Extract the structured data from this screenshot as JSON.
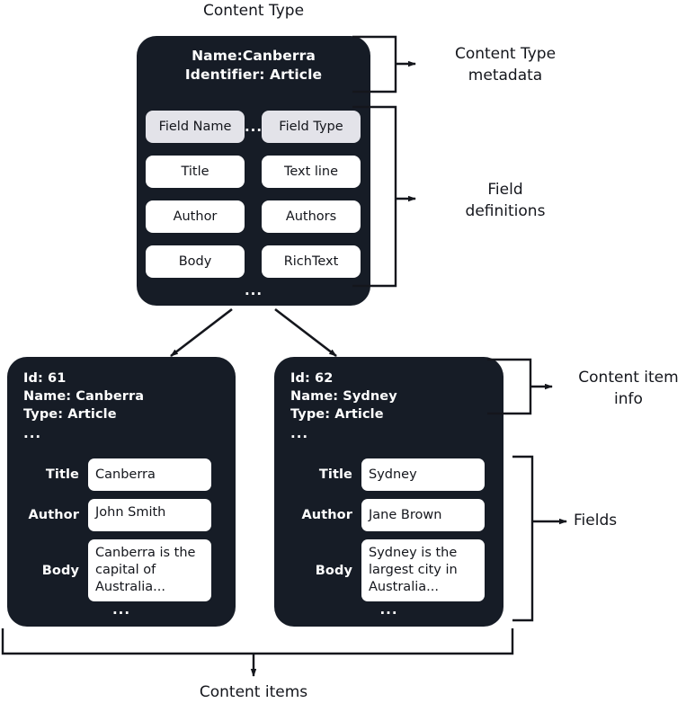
{
  "diagram": {
    "title_top": "Content Type",
    "title_bottom": "Content items"
  },
  "content_type": {
    "meta_line_1": "Name:Canberra",
    "meta_line_2": "Identifier: Article",
    "meta_ellipsis": "...",
    "bottom_ellipsis": "...",
    "table": {
      "headers": [
        "Field Name",
        "Field Type"
      ],
      "rows": [
        [
          "Title",
          "Text line"
        ],
        [
          "Author",
          "Authors"
        ],
        [
          "Body",
          "RichText"
        ]
      ]
    }
  },
  "content_items": [
    {
      "info_id": "Id: 61",
      "info_name": "Name: Canberra",
      "info_type": "Type: Article",
      "info_ellipsis": "...",
      "bottom_ellipsis": "...",
      "fields": [
        {
          "label": "Title",
          "value": "Canberra"
        },
        {
          "label": "Author",
          "value": "John Smith"
        },
        {
          "label": "Body",
          "value": "Canberra is the capital of Australia..."
        }
      ]
    },
    {
      "info_id": "Id: 62",
      "info_name": "Name: Sydney",
      "info_type": "Type: Article",
      "info_ellipsis": "...",
      "bottom_ellipsis": "...",
      "fields": [
        {
          "label": "Title",
          "value": "Sydney"
        },
        {
          "label": "Author",
          "value": "Jane Brown"
        },
        {
          "label": "Body",
          "value": "Sydney is the largest city in Australia..."
        }
      ]
    }
  ],
  "annotations": {
    "content_type_metadata": "Content Type\nmetadata",
    "field_definitions": "Field\ndefinitions",
    "content_item_info": "Content item\ninfo",
    "fields": "Fields"
  },
  "colors": {
    "card_background": "#161c26",
    "card_text": "#ffffff",
    "value_box": "#ffffff",
    "header_box": "#e3e3e9",
    "stroke": "#14161c",
    "page_background": "#ffffff"
  }
}
